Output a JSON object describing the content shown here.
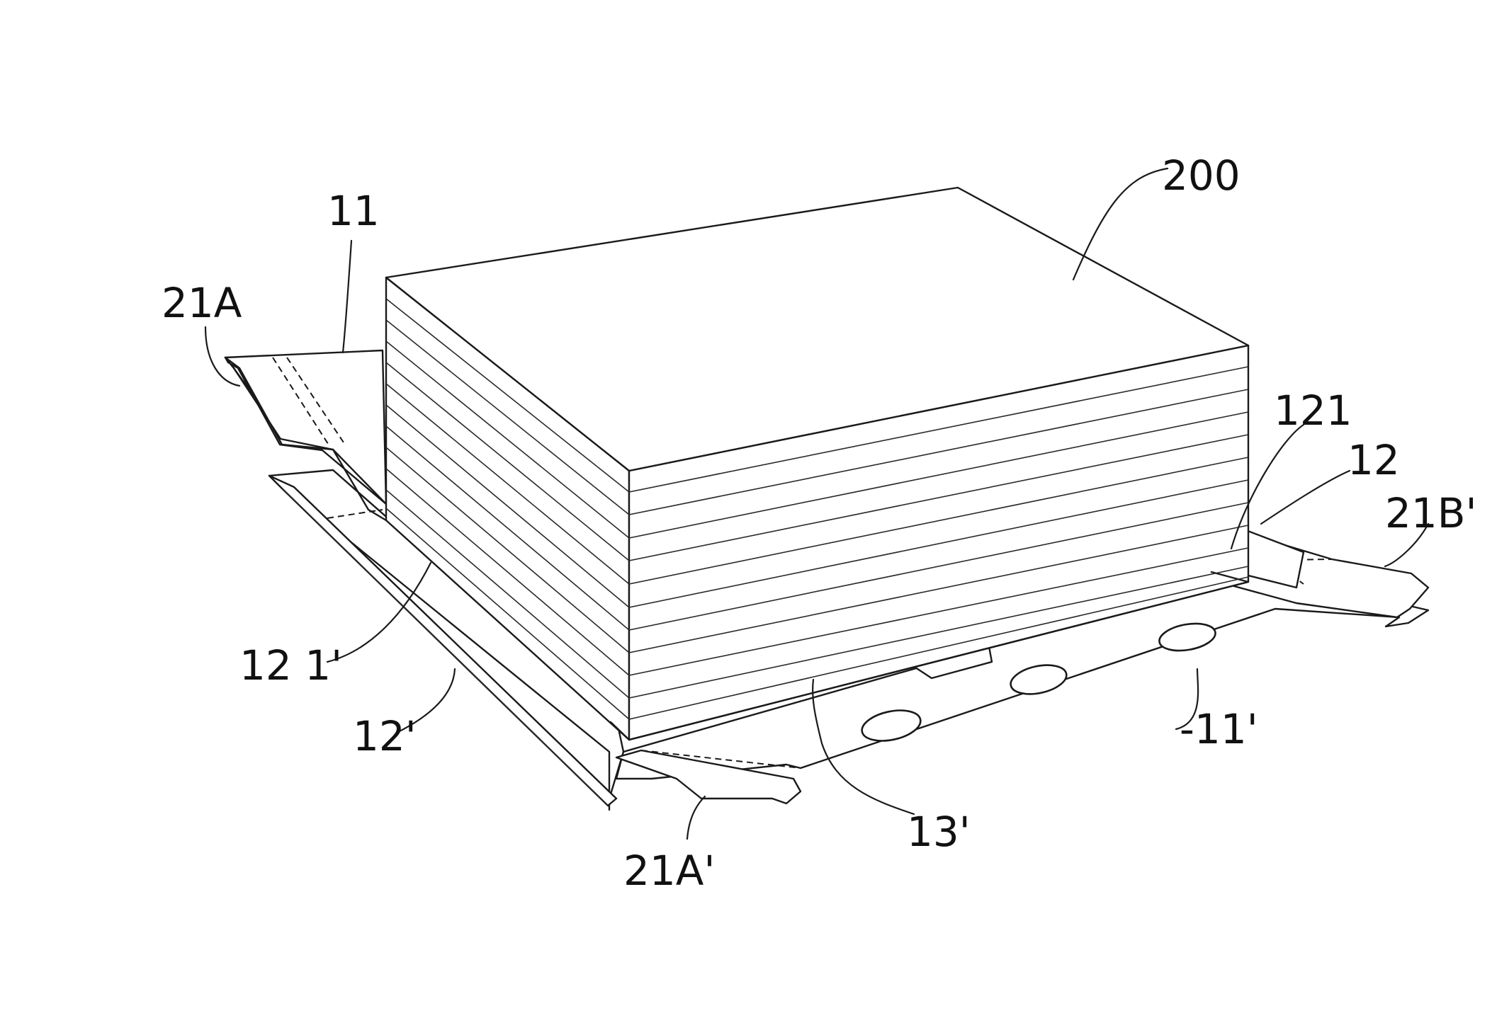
{
  "figure": {
    "labels": {
      "l_200": "200",
      "l_11": "11",
      "l_21A": "21A",
      "l_121": "121",
      "l_12": "12",
      "l_21B_prime": "21B'",
      "l_121_prime": "12 1'",
      "l_12_prime": "12'",
      "l_11_prime": "-11'",
      "l_13_prime": "13'",
      "l_21A_prime": "21A'"
    }
  }
}
